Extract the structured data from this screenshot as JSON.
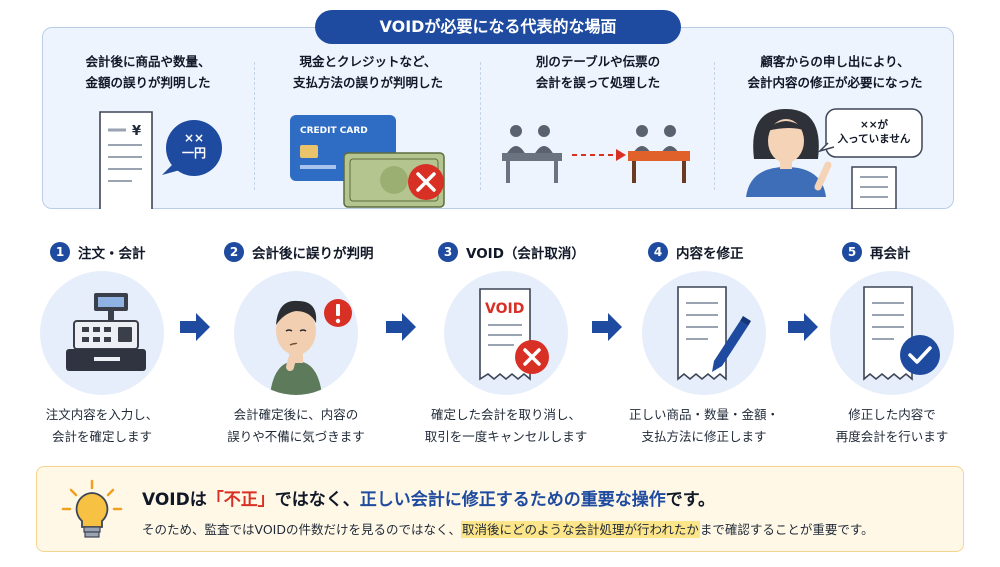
{
  "header": {
    "title": "VOIDが必要になる代表的な場面"
  },
  "scenarios": [
    {
      "text": "会計後に商品や数量、\n金額の誤りが判明した",
      "receipt_symbol": "¥",
      "bubble_text": "××\n一円"
    },
    {
      "text": "現金とクレジットなど、\n支払方法の誤りが判明した",
      "card_label": "CREDIT CARD"
    },
    {
      "text": "別のテーブルや伝票の\n会計を誤って処理した"
    },
    {
      "text": "顧客からの申し出により、\n会計内容の修正が必要になった",
      "bubble_text": "××が\n入っていません"
    }
  ],
  "steps": [
    {
      "number": "1",
      "title": "注文・会計",
      "desc": "注文内容を入力し、\n会計を確定します",
      "icon": "cash-register-icon"
    },
    {
      "number": "2",
      "title": "会計後に誤りが判明",
      "desc": "会計確定後に、内容の\n誤りや不備に気づきます",
      "icon": "worried-person-icon"
    },
    {
      "number": "3",
      "title": "VOID（会計取消）",
      "desc": "確定した会計を取り消し、\n取引を一度キャンセルします",
      "icon": "void-receipt-icon",
      "receipt_label": "VOID"
    },
    {
      "number": "4",
      "title": "内容を修正",
      "desc": "正しい商品・数量・金額・\n支払方法に修正します",
      "icon": "edit-document-icon"
    },
    {
      "number": "5",
      "title": "再会計",
      "desc": "修正した内容で\n再度会計を行います",
      "icon": "receipt-check-icon"
    }
  ],
  "note": {
    "main_a": "VOIDは",
    "main_red": "「不正」",
    "main_b": "ではなく、",
    "main_blue": "正しい会計に修正するための重要な操作",
    "main_c": "です。",
    "sub_a": "そのため、監査ではVOIDの件数だけを見るのではなく、",
    "sub_highlight": "取消後にどのような会計処理が行われたか",
    "sub_b": "まで確認することが重要です。"
  },
  "colors": {
    "brand_blue": "#1e4aa0",
    "alert_red": "#d93025",
    "panel_bg": "#eef4fd",
    "note_bg": "#fff8e6",
    "highlight": "#fde58a"
  }
}
